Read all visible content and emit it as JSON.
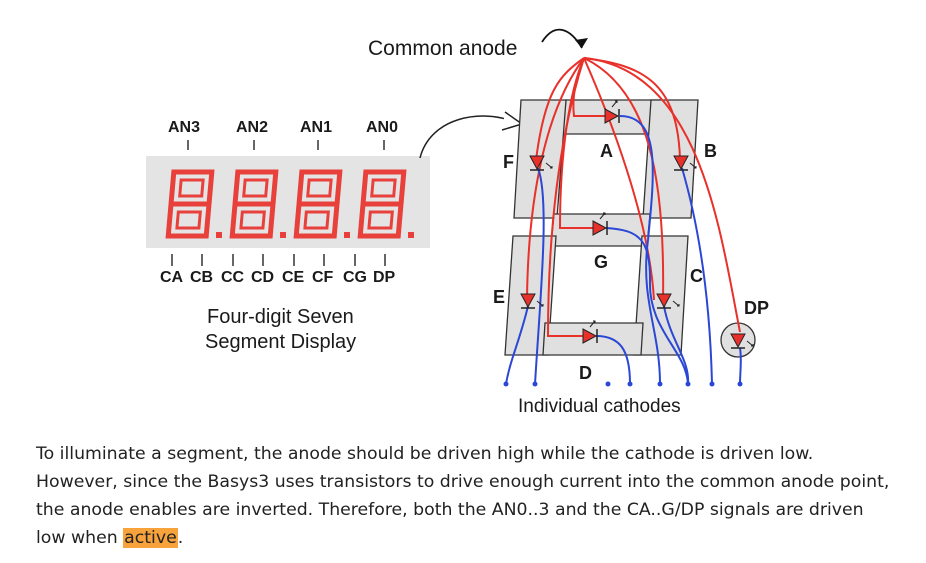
{
  "diagram": {
    "common_anode_label": "Common anode",
    "anode_labels": [
      "AN3",
      "AN2",
      "AN1",
      "AN0"
    ],
    "cathode_labels": [
      "CA",
      "CB",
      "CC",
      "CD",
      "CE",
      "CF",
      "CG",
      "DP"
    ],
    "display_caption_line1": "Four-digit Seven",
    "display_caption_line2": "Segment Display",
    "segment_labels": {
      "a": "A",
      "b": "B",
      "c": "C",
      "d": "D",
      "e": "E",
      "f": "F",
      "g": "G",
      "dp": "DP"
    },
    "cathodes_label": "Individual cathodes",
    "colors": {
      "display_digit": "#e8413c",
      "anode_wire": "#e8312a",
      "cathode_wire": "#2b47d6",
      "segment_fill": "#e0e0e0",
      "highlight": "#f7a23a"
    }
  },
  "text": {
    "part1": "To illuminate a segment, the anode should be driven high while the cathode is driven low. However, since the Basys3 uses transistors to drive enough current into the common anode point, the anode enables are inverted. Therefore, both the AN0..3 and the CA..G/DP signals are driven low when ",
    "highlight": "active",
    "part2": "."
  }
}
